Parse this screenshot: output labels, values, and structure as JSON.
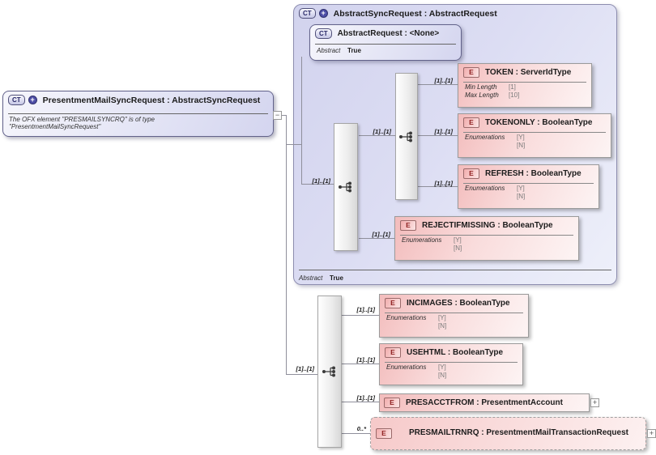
{
  "colors": {
    "lavender_fill": "#dcddf3",
    "pink_fill": "#f5c5c5",
    "ct_accent": "#4d4da6",
    "e_accent": "#8d1f1f",
    "line": "#8f8f9b"
  },
  "root_box": {
    "icon": "CT",
    "title": "PresentmentMailSyncRequest : AbstractSyncRequest",
    "annotation": "The OFX element \"PRESMAILSYNCRQ\" is of type \"PresentmentMailSyncRequest\"",
    "collapse_glyph": "−"
  },
  "sync_request_box": {
    "icon": "CT",
    "title": "AbstractSyncRequest : AbstractRequest",
    "abstract_label": "Abstract",
    "abstract_value": "True"
  },
  "abstract_request_box": {
    "icon": "CT",
    "title": "AbstractRequest : <None>",
    "abstract_label": "Abstract",
    "abstract_value": "True"
  },
  "cardinality": {
    "required": "[1]..[1]",
    "optional_many": "0..*"
  },
  "elements": {
    "token": {
      "icon": "E",
      "title": "TOKEN : ServerIdType",
      "facets": [
        {
          "label": "Min Length",
          "value": "[1]"
        },
        {
          "label": "Max Length",
          "value": "[10]"
        }
      ]
    },
    "tokenonly": {
      "icon": "E",
      "title": "TOKENONLY : BooleanType",
      "enum_label": "Enumerations",
      "enum_values": [
        "[Y]",
        "[N]"
      ]
    },
    "refresh": {
      "icon": "E",
      "title": "REFRESH : BooleanType",
      "enum_label": "Enumerations",
      "enum_values": [
        "[Y]",
        "[N]"
      ]
    },
    "rejectifmissing": {
      "icon": "E",
      "title": "REJECTIFMISSING : BooleanType",
      "enum_label": "Enumerations",
      "enum_values": [
        "[Y]",
        "[N]"
      ]
    },
    "incimages": {
      "icon": "E",
      "title": "INCIMAGES : BooleanType",
      "enum_label": "Enumerations",
      "enum_values": [
        "[Y]",
        "[N]"
      ]
    },
    "usehtml": {
      "icon": "E",
      "title": "USEHTML : BooleanType",
      "enum_label": "Enumerations",
      "enum_values": [
        "[Y]",
        "[N]"
      ]
    },
    "presacctfrom": {
      "icon": "E",
      "title": "PRESACCTFROM : PresentmentAccount",
      "expand_glyph": "+"
    },
    "presmailtrnrq": {
      "icon": "E",
      "title": "PRESMAILTRNRQ : PresentmentMailTransactionRequest",
      "expand_glyph": "+"
    }
  }
}
